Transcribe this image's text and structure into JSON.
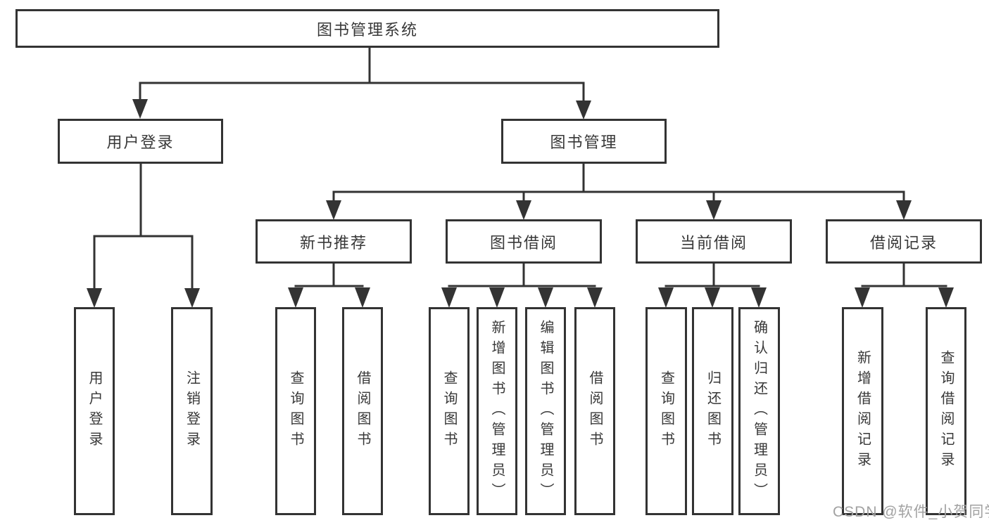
{
  "diagram": {
    "root": {
      "label": "图书管理系统"
    },
    "level2": [
      {
        "label": "用户登录",
        "children": [
          "用户登录",
          "注销登录"
        ]
      },
      {
        "label": "图书管理",
        "children": [
          {
            "label": "新书推荐",
            "children": [
              "查询图书",
              "借阅图书"
            ]
          },
          {
            "label": "图书借阅",
            "children": [
              "查询图书",
              "新增图书（管理员）",
              "编辑图书（管理员）",
              "借阅图书"
            ]
          },
          {
            "label": "当前借阅",
            "children": [
              "查询图书",
              "归还图书",
              "确认归还（管理员）"
            ]
          },
          {
            "label": "借阅记录",
            "children": [
              "新增借阅记录",
              "查询借阅记录"
            ]
          }
        ]
      }
    ]
  },
  "watermark": "CSDN @软件_小贺同学",
  "colors": {
    "line": "#333333",
    "text": "#383838",
    "watermark": "#a2a2a2",
    "background": "#ffffff"
  }
}
